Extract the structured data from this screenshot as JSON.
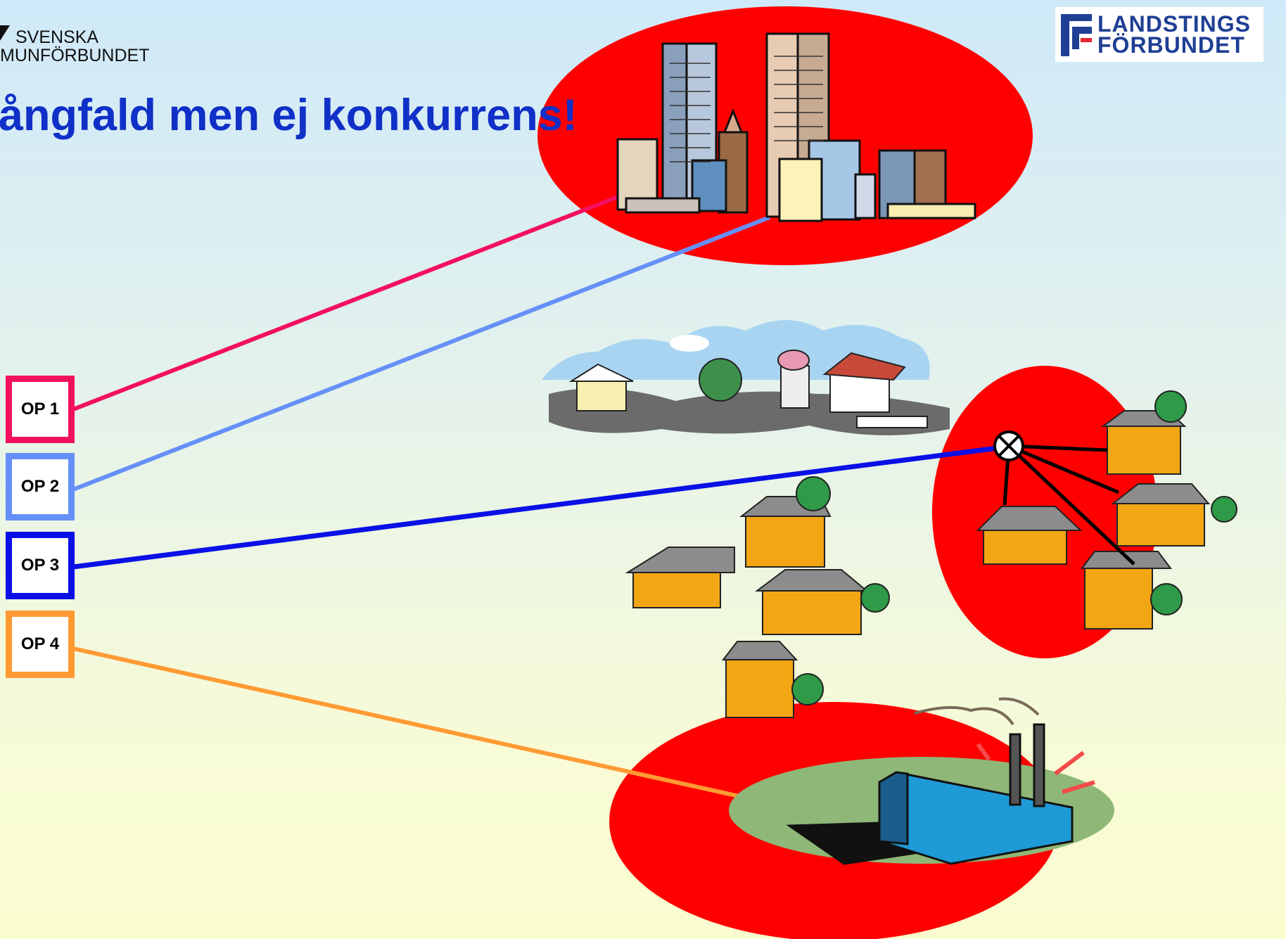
{
  "logos": {
    "left": {
      "line1": "SVENSKA",
      "line2": "MUNFÖRBUNDET"
    },
    "right": {
      "line1": "LANDSTINGS",
      "line2": "FÖRBUNDET",
      "colors": {
        "blue": "#1f3f94",
        "red": "#e3262f"
      }
    }
  },
  "title": "ångfald men ej konkurrens!",
  "op_boxes": [
    {
      "label": "OP 1",
      "color": "#f2105f"
    },
    {
      "label": "OP 2",
      "color": "#6690f8"
    },
    {
      "label": "OP 3",
      "color": "#0a10e6"
    },
    {
      "label": "OP 4",
      "color": "#ff9a33"
    }
  ],
  "colors": {
    "ellipse": "#ff0000",
    "house": "#f3a613",
    "roof": "#8c8c8c"
  }
}
